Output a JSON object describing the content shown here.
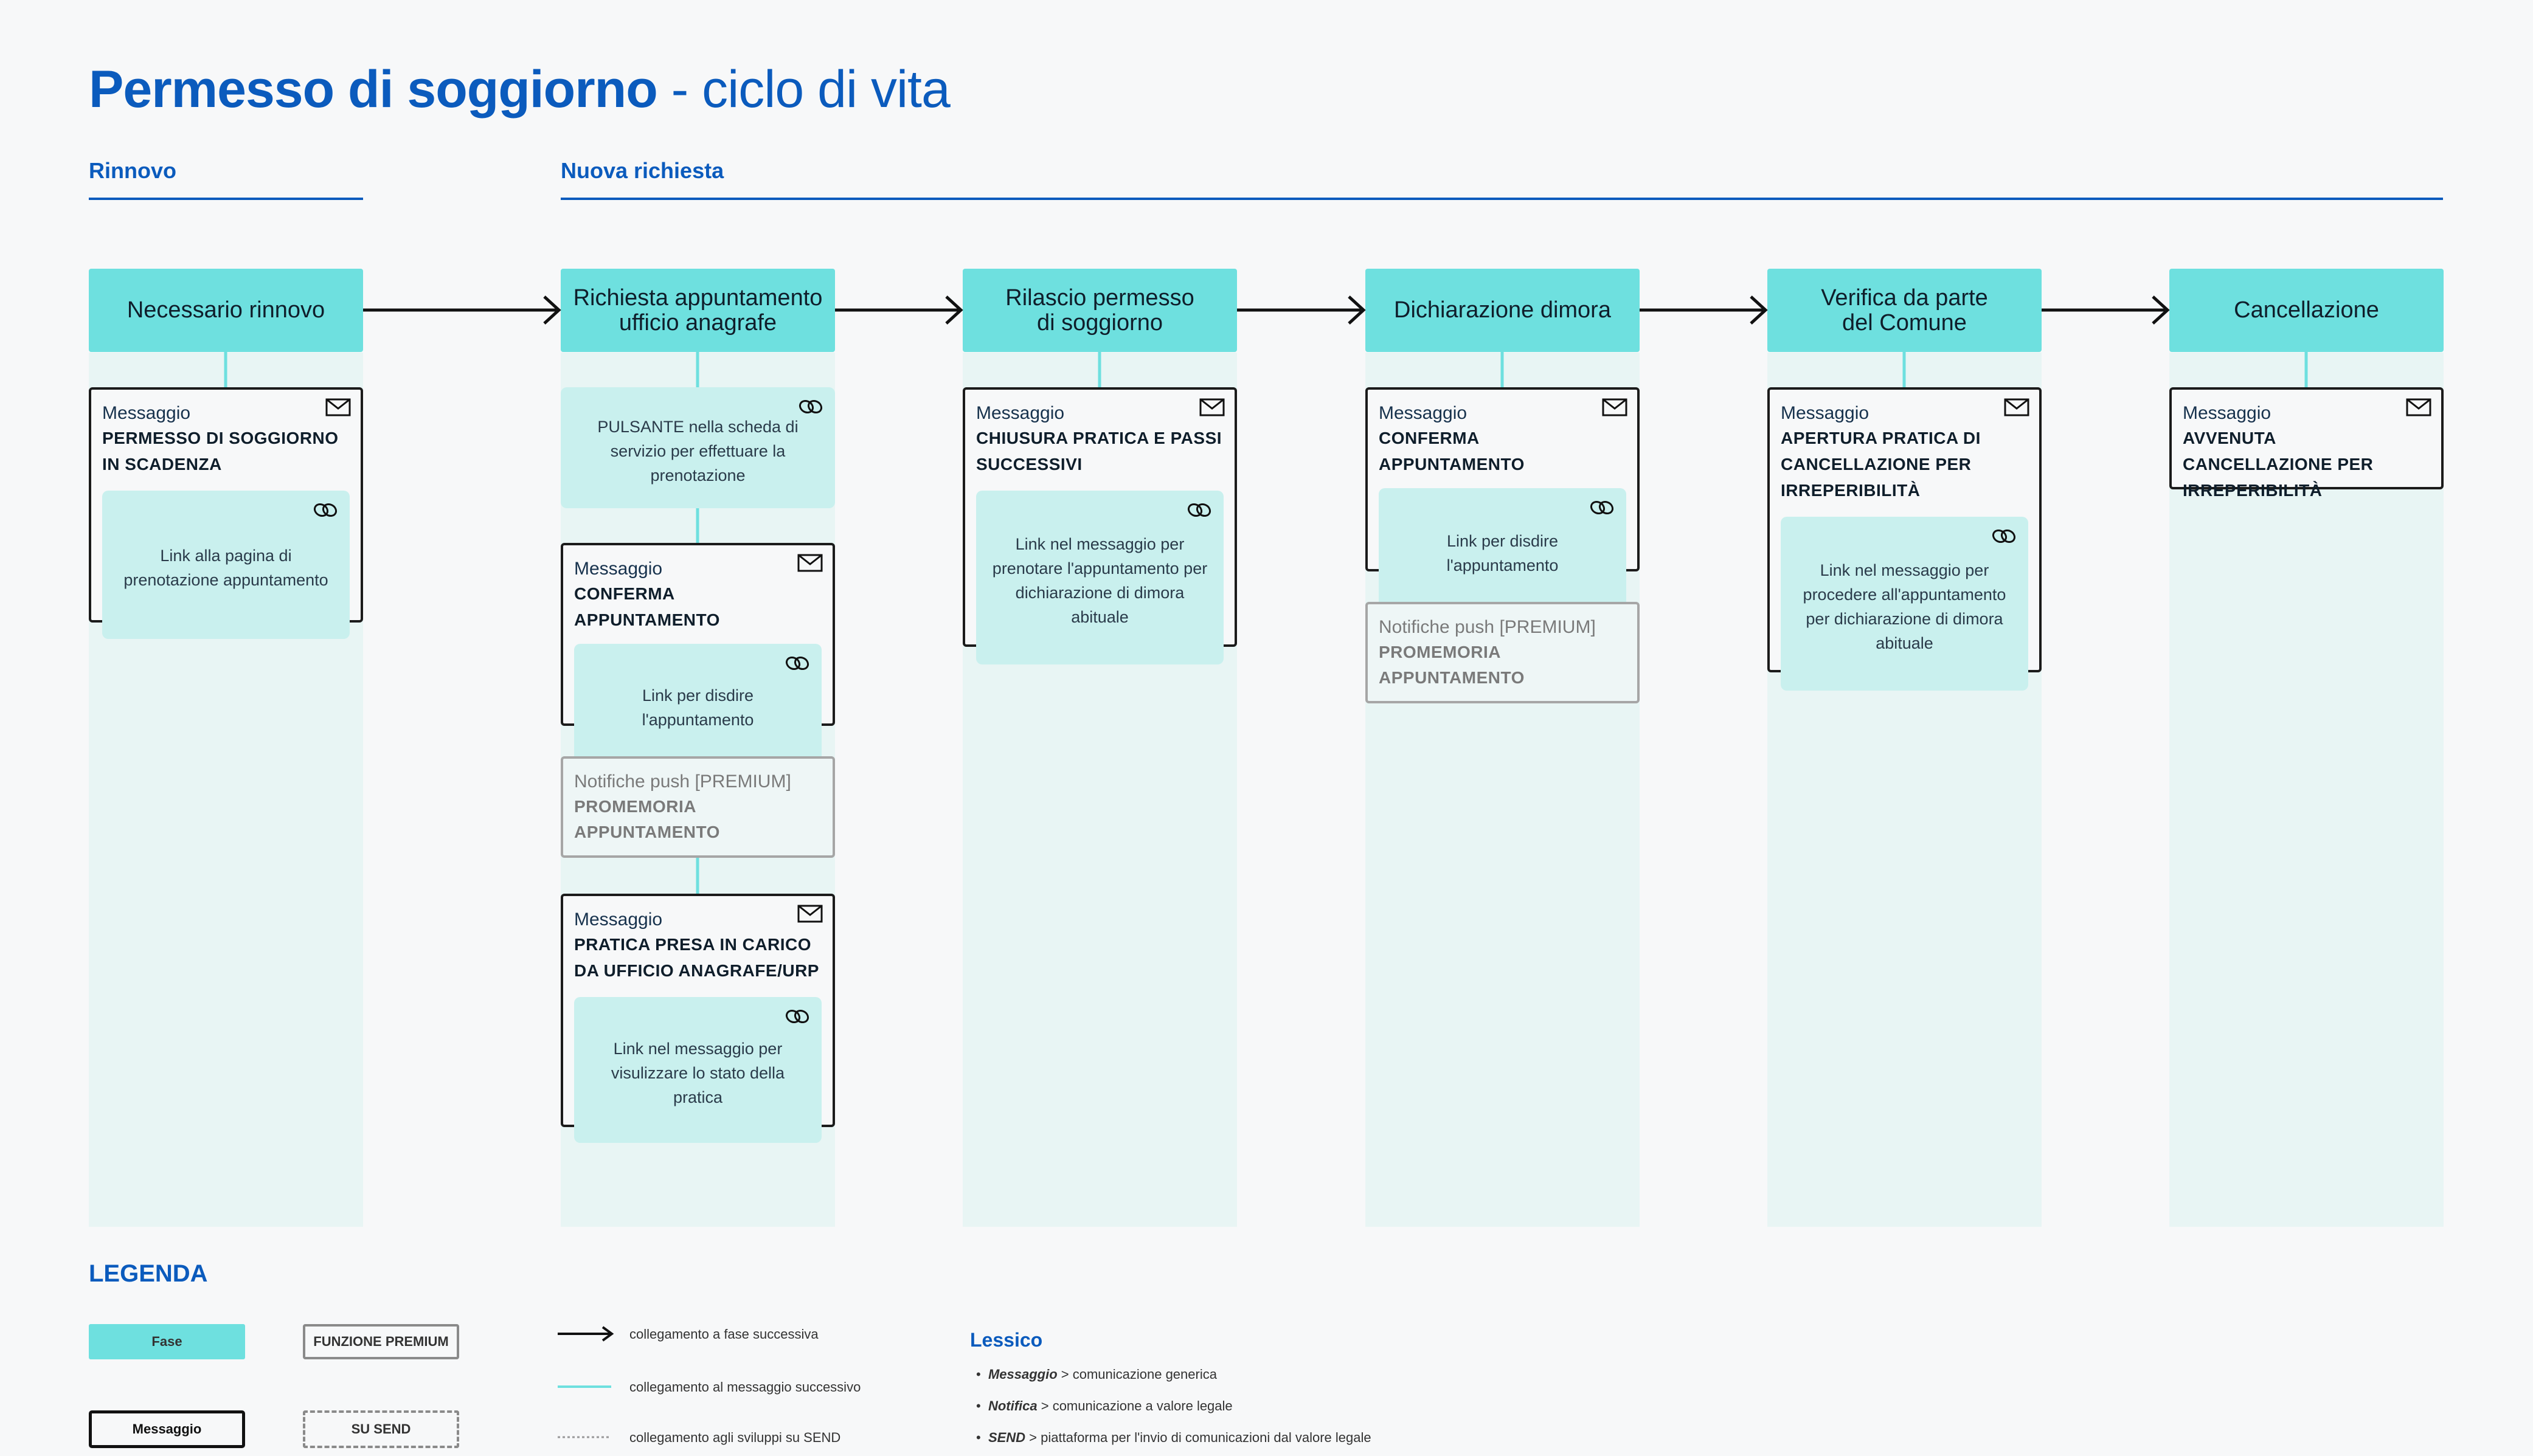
{
  "title": {
    "bold": "Permesso di soggiorno",
    "light": " - ciclo di vita"
  },
  "sections": {
    "renewal": "Rinnovo",
    "new_request": "Nuova richiesta"
  },
  "phases": [
    "Necessario rinnovo",
    "Richiesta appuntamento\nufficio anagrafe",
    "Rilascio permesso\ndi soggiorno",
    "Dichiarazione dimora",
    "Verifica da parte\ndel Comune",
    "Cancellazione"
  ],
  "cards": {
    "c1_msg": {
      "kind": "Messaggio",
      "head": "PERMESSO DI SOGGIORNO IN SCADENZA",
      "link": "Link alla pagina di prenotazione appuntamento"
    },
    "c2_button": {
      "text": "PULSANTE nella scheda di servizio per effettuare la prenotazione"
    },
    "c2_msg1": {
      "kind": "Messaggio",
      "head": "CONFERMA APPUNTAMENTO",
      "link": "Link per disdire l'appuntamento"
    },
    "c2_push": {
      "kind": "Notifiche push [PREMIUM]",
      "head": "PROMEMORIA APPUNTAMENTO"
    },
    "c2_msg2": {
      "kind": "Messaggio",
      "head": "PRATICA PRESA IN CARICO DA UFFICIO ANAGRAFE/URP",
      "link": "Link nel messaggio per visulizzare lo stato della pratica"
    },
    "c3_msg": {
      "kind": "Messaggio",
      "head": "CHIUSURA PRATICA E PASSI SUCCESSIVI",
      "link": "Link nel messaggio per prenotare l'appuntamento per dichiarazione di dimora abituale"
    },
    "c4_msg": {
      "kind": "Messaggio",
      "head": "CONFERMA APPUNTAMENTO",
      "link": "Link per disdire l'appuntamento"
    },
    "c4_push": {
      "kind": "Notifiche push [PREMIUM]",
      "head": "PROMEMORIA APPUNTAMENTO"
    },
    "c5_msg": {
      "kind": "Messaggio",
      "head": "APERTURA PRATICA DI CANCELLAZIONE PER IRREPERIBILITÀ",
      "link": "Link nel messaggio per procedere all'appuntamento per dichiarazione di dimora abituale"
    },
    "c6_msg": {
      "kind": "Messaggio",
      "head": "AVVENUTA CANCELLAZIONE PER IRREPERIBILITÀ"
    }
  },
  "legend": {
    "title": "LEGENDA",
    "phase": "Fase",
    "premium": "FUNZIONE PREMIUM",
    "message": "Messaggio",
    "send": "SU SEND",
    "arrow_next": "collegamento a fase successiva",
    "line_next": "collegamento al messaggio successivo",
    "dotted": "collegamento agli sviluppi su SEND"
  },
  "lessico": {
    "title": "Lessico",
    "items": [
      {
        "term": "Messaggio",
        "desc": " > comunicazione generica"
      },
      {
        "term": "Notifica",
        "desc": " > comunicazione a valore legale"
      },
      {
        "term": "SEND",
        "desc": " > piattaforma per  l'invio di comunicazioni dal valore legale"
      }
    ]
  },
  "colors": {
    "phase": "#6ee0df",
    "accent": "#0b5bbd",
    "column_bg": "#e8f5f4",
    "link_box": "#c9f0ee"
  }
}
